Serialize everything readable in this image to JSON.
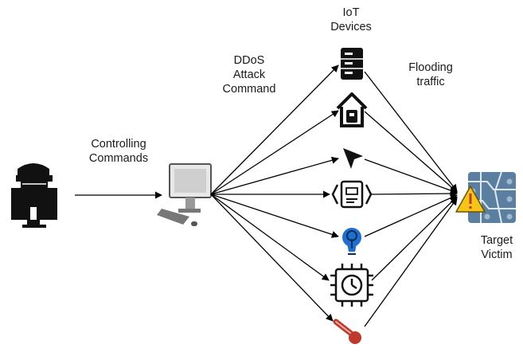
{
  "labels": {
    "iot_devices": [
      "IoT",
      "Devices"
    ],
    "ddos_command": [
      "DDoS",
      "Attack",
      "Command"
    ],
    "flooding": [
      "Flooding",
      "traffic"
    ],
    "controlling": [
      "Controlling",
      "Commands"
    ],
    "target": [
      "Target",
      "Victim"
    ]
  },
  "devices": [
    {
      "name": "server-device-icon"
    },
    {
      "name": "smart-home-icon"
    },
    {
      "name": "cursor-device-icon"
    },
    {
      "name": "sensor-module-icon"
    },
    {
      "name": "smart-bulb-icon"
    },
    {
      "name": "chip-clock-icon"
    },
    {
      "name": "thermometer-icon"
    }
  ],
  "colors": {
    "line": "#000000",
    "bulb": "#1f6fd1",
    "thermo": "#c0392b",
    "warning": "#f5c518",
    "victim_panel": "#5b7fa0"
  }
}
